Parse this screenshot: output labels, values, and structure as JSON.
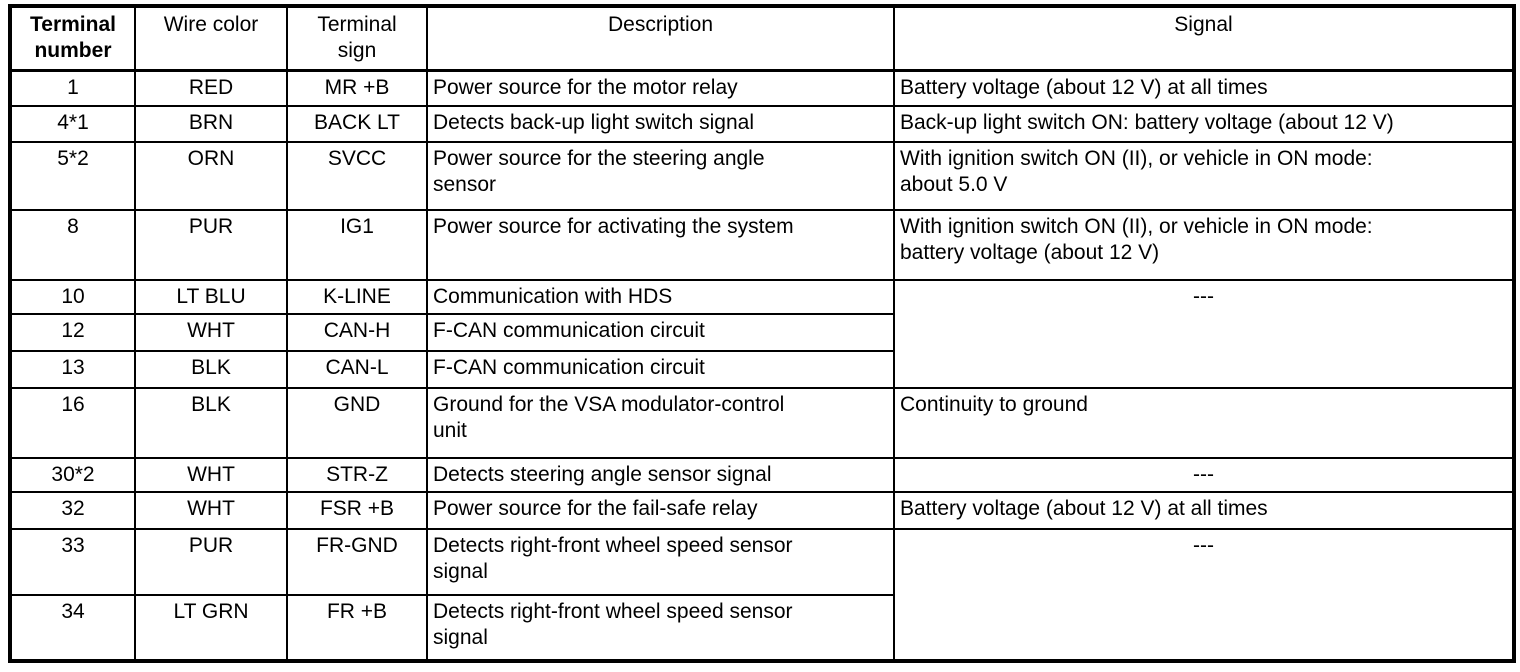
{
  "table": {
    "headers": [
      "Terminal\nnumber",
      "Wire color",
      "Terminal\nsign",
      "Description",
      "Signal"
    ],
    "rows": [
      {
        "terminal": "1",
        "wire": "RED",
        "sign": "MR +B",
        "desc": "Power source for the motor relay",
        "signal": "Battery voltage (about 12 V) at all times",
        "signal_span": 1
      },
      {
        "terminal": "4*1",
        "wire": "BRN",
        "sign": "BACK LT",
        "desc": "Detects back-up light switch signal",
        "signal": "Back-up light switch ON: battery voltage (about 12 V)",
        "signal_span": 1
      },
      {
        "terminal": "5*2",
        "wire": "ORN",
        "sign": "SVCC",
        "desc": "Power source for the steering angle\nsensor",
        "signal": "With ignition switch ON (II), or vehicle in ON mode:\nabout 5.0 V",
        "signal_span": 1
      },
      {
        "terminal": "8",
        "wire": "PUR",
        "sign": "IG1",
        "desc": "Power source for activating the system",
        "signal": "With ignition switch ON (II), or vehicle in ON mode:\nbattery voltage (about 12 V)",
        "signal_span": 1
      },
      {
        "terminal": "10",
        "wire": "LT BLU",
        "sign": "K-LINE",
        "desc": "Communication with HDS",
        "signal": "---",
        "signal_span": 3
      },
      {
        "terminal": "12",
        "wire": "WHT",
        "sign": "CAN-H",
        "desc": "F-CAN communication circuit",
        "signal": null
      },
      {
        "terminal": "13",
        "wire": "BLK",
        "sign": "CAN-L",
        "desc": "F-CAN communication circuit",
        "signal": null
      },
      {
        "terminal": "16",
        "wire": "BLK",
        "sign": "GND",
        "desc": "Ground for the VSA modulator-control\nunit",
        "signal": "Continuity to ground",
        "signal_span": 1
      },
      {
        "terminal": "30*2",
        "wire": "WHT",
        "sign": "STR-Z",
        "desc": "Detects steering angle sensor signal",
        "signal": "---",
        "signal_span": 1
      },
      {
        "terminal": "32",
        "wire": "WHT",
        "sign": "FSR +B",
        "desc": "Power source for the fail-safe relay",
        "signal": "Battery voltage (about 12 V) at all times",
        "signal_span": 1
      },
      {
        "terminal": "33",
        "wire": "PUR",
        "sign": "FR-GND",
        "desc": "Detects right-front wheel speed sensor\nsignal",
        "signal": "---",
        "signal_span": 2
      },
      {
        "terminal": "34",
        "wire": "LT GRN",
        "sign": "FR +B",
        "desc": "Detects right-front wheel speed sensor\nsignal",
        "signal": null
      }
    ]
  },
  "colors": {
    "ink": "#000000",
    "paper": "#ffffff"
  }
}
